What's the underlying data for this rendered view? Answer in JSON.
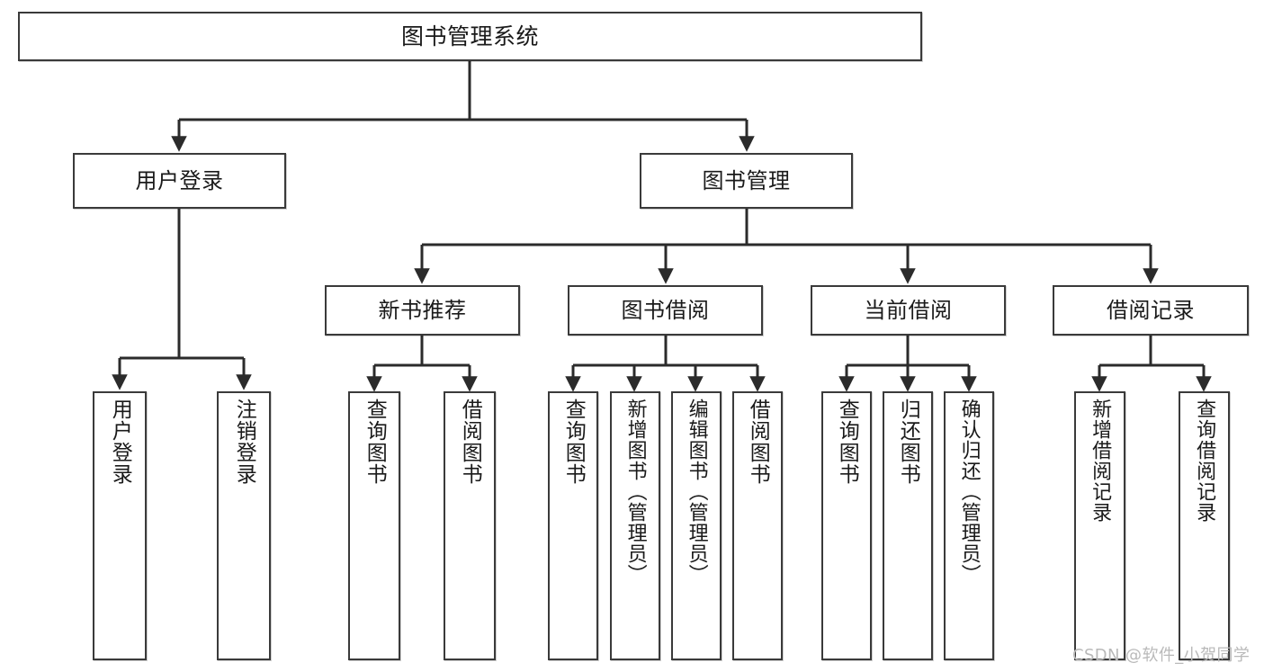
{
  "diagram": {
    "type": "tree-hierarchy",
    "title": "图书管理系统",
    "orientation": "top-down",
    "colors": {
      "node_border": "#3a3a3a",
      "node_fill": "#ffffff",
      "edge": "#2b2b2b",
      "text": "#1a1a1a",
      "watermark": "#b9b9b9",
      "background": "#ffffff"
    },
    "nodes": {
      "root": {
        "label": "图书管理系统"
      },
      "level2": [
        {
          "id": "user-login",
          "label": "用户登录"
        },
        {
          "id": "book-manage",
          "label": "图书管理"
        }
      ],
      "level3": [
        {
          "id": "new-book-rec",
          "label": "新书推荐"
        },
        {
          "id": "book-borrow",
          "label": "图书借阅"
        },
        {
          "id": "current-borrow",
          "label": "当前借阅"
        },
        {
          "id": "borrow-record",
          "label": "借阅记录"
        }
      ],
      "leaves": {
        "user-login": [
          {
            "id": "leaf-user-login",
            "label": "用户登录"
          },
          {
            "id": "leaf-logout-login",
            "label": "注销登录"
          }
        ],
        "new-book-rec": [
          {
            "id": "leaf-query-book-1",
            "label": "查询图书"
          },
          {
            "id": "leaf-borrow-book-1",
            "label": "借阅图书"
          }
        ],
        "book-borrow": [
          {
            "id": "leaf-query-book-2",
            "label": "查询图书"
          },
          {
            "id": "leaf-add-book",
            "label": "新增图书（管理员）"
          },
          {
            "id": "leaf-edit-book",
            "label": "编辑图书（管理员）"
          },
          {
            "id": "leaf-borrow-book-2",
            "label": "借阅图书"
          }
        ],
        "current-borrow": [
          {
            "id": "leaf-query-book-3",
            "label": "查询图书"
          },
          {
            "id": "leaf-return-book",
            "label": "归还图书"
          },
          {
            "id": "leaf-confirm-return",
            "label": "确认归还（管理员）"
          }
        ],
        "borrow-record": [
          {
            "id": "leaf-add-record",
            "label": "新增借阅记录"
          },
          {
            "id": "leaf-query-record",
            "label": "查询借阅记录"
          }
        ]
      }
    }
  },
  "watermark": {
    "text": "CSDN @软件_小贺同学"
  }
}
